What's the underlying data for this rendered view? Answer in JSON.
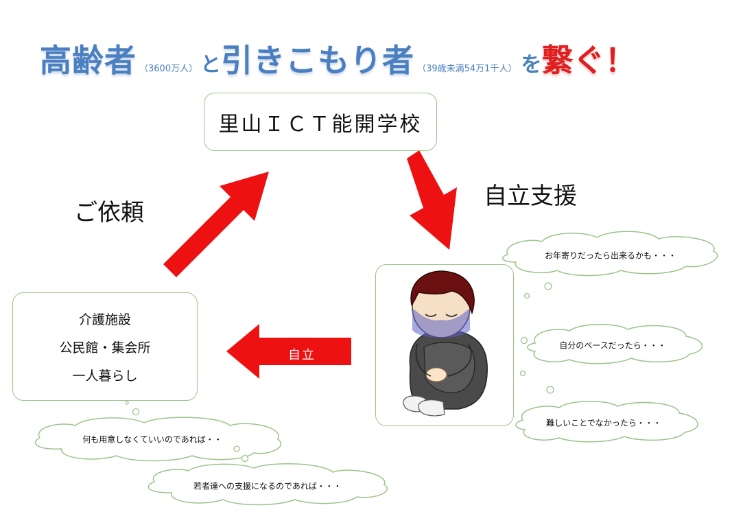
{
  "title": {
    "elderly": "高齢者",
    "elderly_count": "（3600万人）",
    "and": "と",
    "shutins": "引きこもり者",
    "shutins_count": "（39歳未満54万1千人）",
    "wo": "を",
    "connect": "繋ぐ！"
  },
  "school": {
    "label": "里山ＩＣＴ能開学校"
  },
  "labels": {
    "request": "ご依頼",
    "self_support": "自立支援",
    "independence": "自立"
  },
  "facility": {
    "items": [
      "介護施設",
      "公民館・集会所",
      "一人暮らし"
    ]
  },
  "thoughts": {
    "youth": [
      "お年寄りだったら出来るかも・・・",
      "自分のペースだったら・・・",
      "難しいことでなかったら・・・"
    ],
    "elderly": [
      "何も用意しなくていいのであれば・・",
      "若者達への支援になるのであれば・・・"
    ]
  },
  "colors": {
    "title_blue": "#4a7fc1",
    "title_red": "#e02020",
    "arrow_red": "#ee1111",
    "box_border": "#9bc48a",
    "cloud_border": "#9bc48a"
  },
  "icons": {
    "youth_figure": "sad-crouching-boy-icon"
  }
}
